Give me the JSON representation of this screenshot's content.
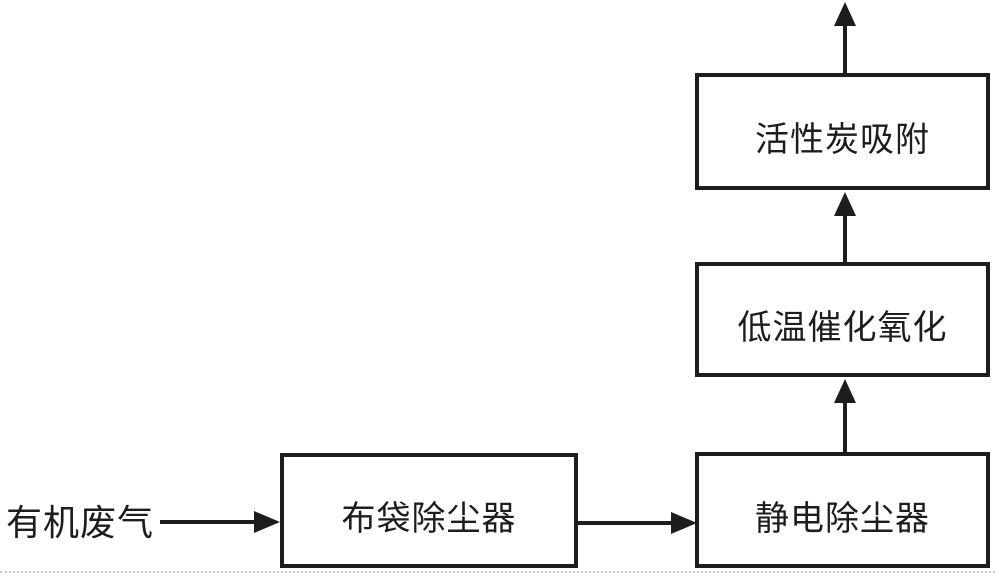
{
  "diagram": {
    "title": "organic-waste-gas-treatment-flowchart",
    "source_label": "有机废气",
    "nodes": [
      {
        "id": "bag-filter",
        "label": "布袋除尘器"
      },
      {
        "id": "electrostatic-precipitator",
        "label": "静电除尘器"
      },
      {
        "id": "low-temp-catalytic-oxidation",
        "label": "低温催化氧化"
      },
      {
        "id": "activated-carbon-adsorption",
        "label": "活性炭吸附"
      }
    ],
    "flow": [
      "有机废气 → 布袋除尘器",
      "布袋除尘器 → 静电除尘器",
      "静电除尘器 → 低温催化氧化",
      "低温催化氧化 → 活性炭吸附",
      "活性炭吸附 → 排出(顶部)"
    ],
    "colors": {
      "line": "#1d1d1d",
      "background": "#ffffff"
    }
  }
}
